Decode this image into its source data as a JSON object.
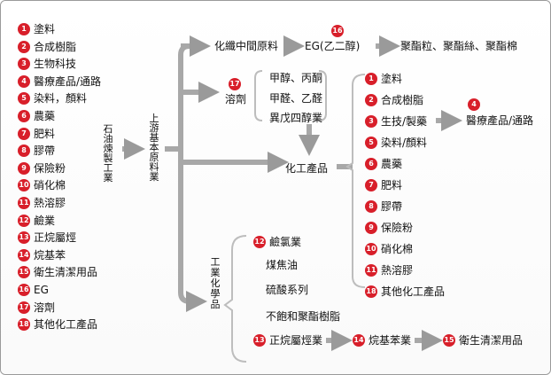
{
  "legend": [
    {
      "n": "1",
      "label": "塗料"
    },
    {
      "n": "2",
      "label": "合成樹脂"
    },
    {
      "n": "3",
      "label": "生物科技"
    },
    {
      "n": "4",
      "label": "醫療產品/通路"
    },
    {
      "n": "5",
      "label": "染料，顏料"
    },
    {
      "n": "6",
      "label": "農藥"
    },
    {
      "n": "7",
      "label": "肥料"
    },
    {
      "n": "8",
      "label": "膠帶"
    },
    {
      "n": "9",
      "label": "保險粉"
    },
    {
      "n": "10",
      "label": "硝化棉"
    },
    {
      "n": "11",
      "label": "熱溶膠"
    },
    {
      "n": "12",
      "label": "鹼業"
    },
    {
      "n": "13",
      "label": "正烷屬烴"
    },
    {
      "n": "14",
      "label": "烷基苯"
    },
    {
      "n": "15",
      "label": "衛生清潔用品"
    },
    {
      "n": "16",
      "label": "EG"
    },
    {
      "n": "17",
      "label": "溶劑"
    },
    {
      "n": "18",
      "label": "其他化工產品"
    }
  ],
  "petro": "石油煉製工業",
  "upstream": "上游基本原料業",
  "fiber": "化纖中間原料",
  "eg_num": "16",
  "eg": "EG(乙二醇)",
  "polyester": "聚酯粒、聚酯絲、聚酯棉",
  "solvent_num": "17",
  "solvent": "溶劑",
  "solvent_items": [
    "甲醇、丙酮",
    "甲醛、乙醛",
    "異戊四醇業"
  ],
  "chem": "化工產品",
  "chem_items": [
    {
      "n": "1",
      "label": "塗料"
    },
    {
      "n": "2",
      "label": "合成樹脂"
    },
    {
      "n": "3",
      "label": "生技/製藥"
    },
    {
      "n": "5",
      "label": "染料/顏料"
    },
    {
      "n": "6",
      "label": "農藥"
    },
    {
      "n": "7",
      "label": "肥料"
    },
    {
      "n": "8",
      "label": "膠帶"
    },
    {
      "n": "9",
      "label": "保險粉"
    },
    {
      "n": "10",
      "label": "硝化棉"
    },
    {
      "n": "11",
      "label": "熱溶膠"
    },
    {
      "n": "18",
      "label": "其他化工產品"
    }
  ],
  "medical_num": "4",
  "medical": "醫療產品/通路",
  "industrial": "工業化學品",
  "ind_items": [
    {
      "n": "12",
      "label": "鹼氯業"
    },
    {
      "n": "",
      "label": "煤焦油"
    },
    {
      "n": "",
      "label": "硫酸系列"
    },
    {
      "n": "",
      "label": "不飽和聚酯樹脂"
    }
  ],
  "chain": [
    {
      "n": "13",
      "label": "正烷屬烴業"
    },
    {
      "n": "14",
      "label": "烷基苯業"
    },
    {
      "n": "15",
      "label": "衛生清潔用品"
    }
  ]
}
